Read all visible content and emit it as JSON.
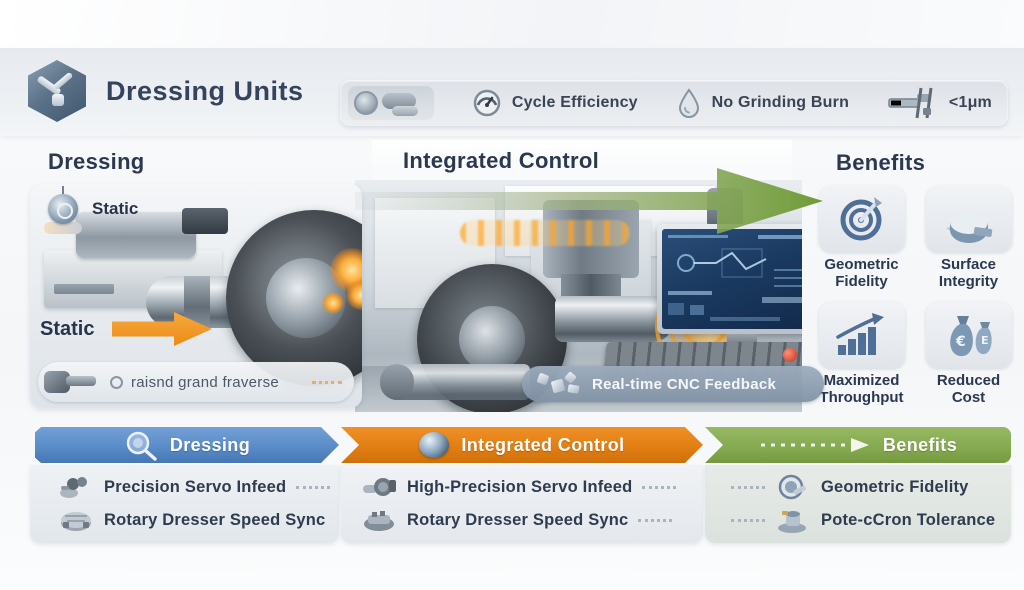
{
  "header": {
    "title": "Dressing Units",
    "badges": [
      {
        "label": "Cycle Efficiency",
        "icon": "gauge-icon"
      },
      {
        "label": "No Grinding Burn",
        "icon": "droplet-icon"
      },
      {
        "label": "<1μm",
        "icon": "caliper-icon"
      }
    ]
  },
  "columns": {
    "left": "Dressing",
    "center": "Integrated Control",
    "right": "Benefits"
  },
  "visual": {
    "static_top_label": "Static",
    "static_bottom_label": "Static",
    "traverse_label": "raisnd grand fraverse",
    "cnc_label": "Real-time CNC Feedback"
  },
  "benefits": [
    {
      "label": "Geometric Fidelity",
      "icon": "target-icon"
    },
    {
      "label": "Surface Integrity",
      "icon": "dome-icon"
    },
    {
      "label": "Maximized Throughput",
      "icon": "growth-chart-icon"
    },
    {
      "label": "Reduced Cost",
      "icon": "money-bags-icon"
    }
  ],
  "flow": [
    {
      "label": "Dressing",
      "color": "#5a8cc8",
      "icon": "magnifier-icon",
      "items": [
        "Precision Servo Infeed",
        "Rotary Dresser Speed Sync"
      ]
    },
    {
      "label": "Integrated Control",
      "color": "#e07d12",
      "icon": "sphere-icon",
      "items": [
        "High-Precision Servo Infeed",
        "Rotary Dresser Speed Sync"
      ]
    },
    {
      "label": "Benefits",
      "color": "#84a94f",
      "icon": "dashed-arrow-icon",
      "items": [
        "Geometric Fidelity",
        "Pote-cCron Tolerance"
      ]
    }
  ],
  "colors": {
    "accent_blue": "#5a8cc8",
    "accent_orange": "#e07d12",
    "accent_green": "#84a94f",
    "highlight_orange": "#f09332",
    "steel_blue": "#4f6f96",
    "text_dark": "#2e3b52",
    "screen_navy": "#1b3a61"
  }
}
